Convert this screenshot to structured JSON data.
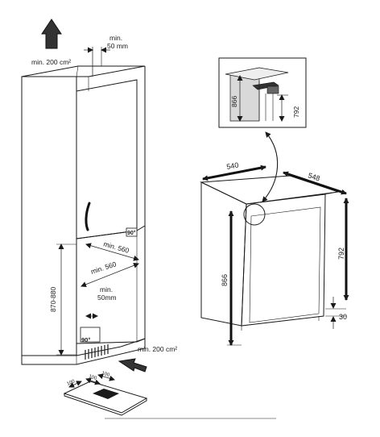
{
  "cabinet": {
    "top_vent_area": "min. 200 cm²",
    "top_gap_line1": "min.",
    "top_gap_line2": "50 mm",
    "niche_height": "870-880",
    "angle_top": "90°",
    "angle_bottom": "90°",
    "niche_depth_top": "min. 560",
    "niche_depth_mid": "min. 560",
    "rear_gap_line1": "min.",
    "rear_gap_line2": "50mm",
    "bottom_vent_area": "min. 200 cm²"
  },
  "plinth": {
    "dim_a": "100",
    "dim_b": "100",
    "dim_c": "100"
  },
  "appliance": {
    "width": "540",
    "depth": "548",
    "height_total": "866",
    "height_body": "792",
    "foot_height": "30"
  },
  "detail": {
    "height_total": "866",
    "height_body": "792"
  },
  "colors": {
    "line": "#1a1a1a",
    "shade": "#d9d9d9",
    "arrow": "#333333"
  }
}
